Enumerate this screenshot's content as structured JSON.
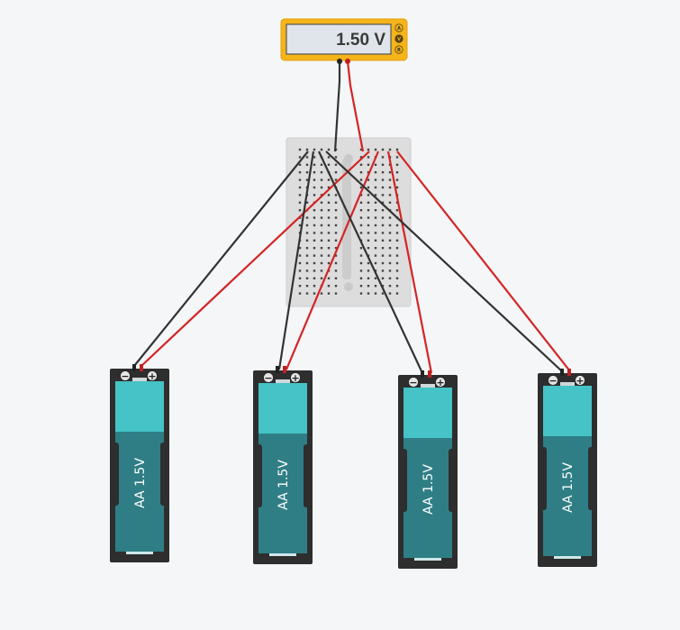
{
  "multimeter": {
    "reading": "1.50 V",
    "modes": [
      "A",
      "V",
      "R"
    ],
    "selected_mode": "V",
    "body_color": "#f4b41a",
    "display_color": "#dfe5ea"
  },
  "breadboard": {
    "color": "#dddddd"
  },
  "batteries": [
    {
      "label": "AA 1.5V",
      "neg": "−",
      "pos": "+"
    },
    {
      "label": "AA 1.5V",
      "neg": "−",
      "pos": "+"
    },
    {
      "label": "AA 1.5V",
      "neg": "−",
      "pos": "+"
    },
    {
      "label": "AA 1.5V",
      "neg": "−",
      "pos": "+"
    }
  ],
  "colors": {
    "wire_black": "#333333",
    "wire_red": "#d42424",
    "battery_top": "#45c3c6",
    "battery_bottom": "#2f7e85",
    "holder": "#2e2e2e",
    "background": "#f4f6f8"
  }
}
